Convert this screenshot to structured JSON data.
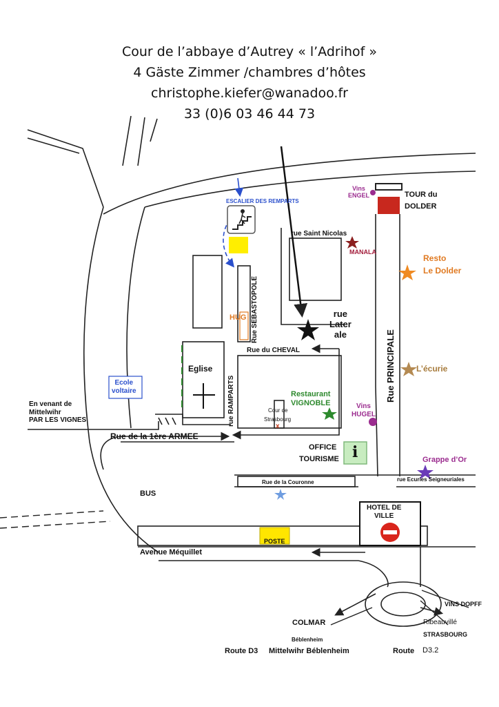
{
  "header": {
    "line1": "Cour de l’abbaye d’Autrey « l’Adrihof »",
    "line2": "4 Gäste Zimmer /chambres d’hôtes",
    "line3": "christophe.kiefer@wanadoo.fr",
    "line4": "33 (0)6 03 46 44 73"
  },
  "labels": {
    "escalier": "ESCALIER DES REMPARTS",
    "vins_engel": [
      "Vins",
      "ENGEL"
    ],
    "tour": [
      "TOUR du",
      "DOLDER"
    ],
    "rue_saint_nicolas": "rue Saint Nicolas",
    "manala": "MANALA",
    "resto": [
      "Resto",
      "Le Dolder"
    ],
    "rue_sebastopole": "Rue SEBASTOPOLE",
    "hug": "HUG",
    "rue_laterale": [
      "rue",
      "Later",
      "ale"
    ],
    "rue_principale": "Rue PRINCIPALE",
    "rue_du_cheval": "Rue du CHEVAL",
    "eglise": "Eglise",
    "lecurie": "L’écurie",
    "ecole": [
      "Ecole",
      "voltaire"
    ],
    "rue_ramparts": "rue RAMPARTS",
    "restaurant": [
      "Restaurant",
      "VIGNOBLE"
    ],
    "cour_strasbourg": [
      "Cour de",
      "Strasbourg"
    ],
    "vins_hugel": [
      "Vins",
      "HUGEL"
    ],
    "en_venant": [
      "En venant de",
      "Mittelwihr",
      "PAR LES VIGNES"
    ],
    "rue_1ere_armee": "Rue de la 1ère ARMEE",
    "office": [
      "OFFICE",
      "TOURISME"
    ],
    "info_symbol": "i",
    "grappe": "Grappe d’Or",
    "rue_ecuries": "rue  Ecuries Seigneuriales",
    "rue_couronne": "Rue de la Couronne",
    "bus": "BUS",
    "hotel_de_ville": [
      "HOTEL DE",
      "VILLE"
    ],
    "poste": "POSTE",
    "avenue": "Avenue Méquillet",
    "vins_dopff": "VINS DOPFF",
    "colmar": "COLMAR",
    "ribeauville": [
      "Ribeauvillé",
      "STRASBOURG"
    ],
    "beblenheim": "Béblenheim",
    "route_d3": "Route D3",
    "mittelwihr_beblenheim": "Mittelwihr Béblenheim",
    "route": "Route",
    "d32": "D3.2"
  },
  "colors": {
    "road": "#222222",
    "blue_label": "#2a4fcc",
    "purple_label": "#9b2c8f",
    "orange_label": "#e07a22",
    "green_label": "#2f8a2f",
    "red_label": "#c43a1a",
    "brown_label": "#a77b3c",
    "dark_red_label": "#a21c3a",
    "tour_red": "#c8281e",
    "escalier_yellow": "#ffee00",
    "poste_yellow": "#ffe600",
    "office_green": "#c8ecc0",
    "star_black": "#111111",
    "star_brown": "#8b1f1f",
    "star_orange": "#ef8a22",
    "star_tan": "#b48a52",
    "star_green": "#2d8a2d",
    "star_purple": "#6a3bb8",
    "star_blue": "#6f9de0",
    "dot_purple": "#9b2c8f"
  }
}
